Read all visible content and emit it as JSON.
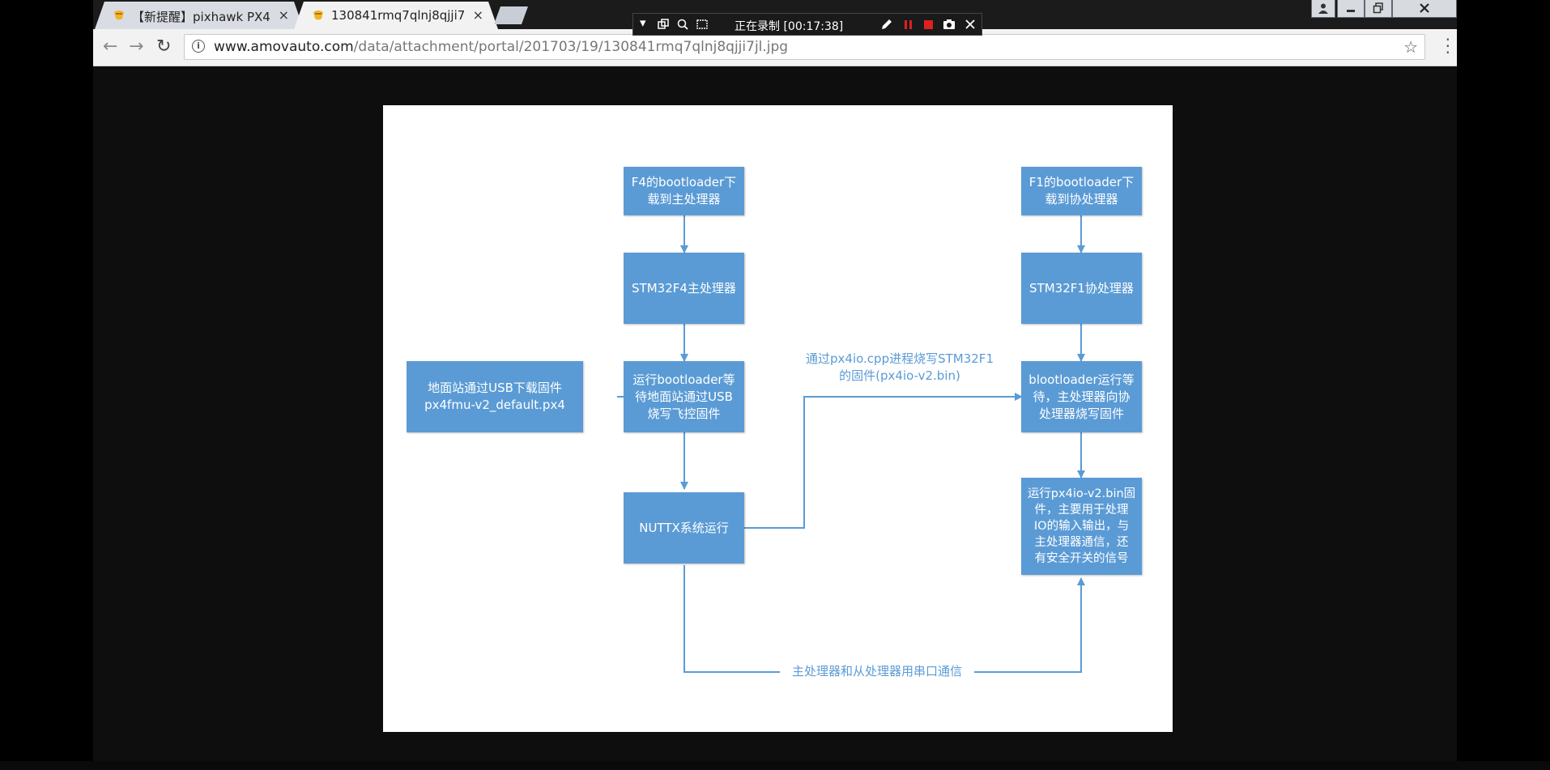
{
  "browser": {
    "tabs": [
      {
        "title": "【新提醒】pixhawk PX4",
        "close": "×"
      },
      {
        "title": "130841rmq7qlnj8qjji7jl.jpg",
        "close": "×"
      }
    ],
    "address": {
      "host": "www.amovauto.com",
      "path": "/data/attachment/portal/201703/19/130841rmq7qlnj8qjji7jl.jpg"
    },
    "nav": {
      "back": "←",
      "forward": "→",
      "reload": "↻"
    }
  },
  "recorder": {
    "status_text": "正在录制 [00:17:38]"
  },
  "flowchart": {
    "nodes": {
      "f4_bootloader": "F4的bootloader下\n载到主处理器",
      "stm32f4": "STM32F4主处理器",
      "run_bootloader_main": "运行bootloader等\n待地面站通过USB\n烧写飞控固件",
      "ground_station": "地面站通过USB下载固件\npx4fmu-v2_default.px4",
      "nuttx": "NUTTX系统运行",
      "f1_bootloader": "F1的bootloader下\n载到协处理器",
      "stm32f1": "STM32F1协处理器",
      "bootloader_wait": "blootloader运行等\n待，主处理器向协\n处理器烧写固件",
      "px4io_firmware": "运行px4io-v2.bin固\n件，主要用于处理\nIO的输入输出，与\n主处理器通信，还\n有安全开关的信号"
    },
    "edge_labels": {
      "flash_f1": "通过px4io.cpp进程烧写STM32F1\n的固件(px4io-v2.bin)",
      "serial": "主处理器和从处理器用串口通信"
    },
    "colors": {
      "box": "#5b9bd5",
      "line": "#5b9bd5"
    }
  }
}
